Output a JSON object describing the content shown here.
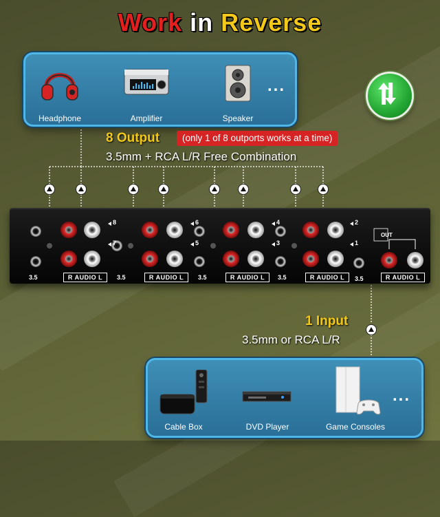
{
  "title": {
    "part1": "Work",
    "part2": " in ",
    "part3": "Reverse"
  },
  "output_devices": [
    {
      "label": "Headphone",
      "icon": "headphone-icon"
    },
    {
      "label": "Amplifier",
      "icon": "amplifier-icon"
    },
    {
      "label": "Speaker",
      "icon": "speaker-icon"
    }
  ],
  "output_ellipsis": "...",
  "output": {
    "title": "8 Output",
    "note": "(only 1 of 8 outports works at a time)",
    "sub": "3.5mm + RCA L/R Free Combination"
  },
  "input": {
    "title": "1 Input",
    "sub": "3.5mm or RCA L/R"
  },
  "switcher": {
    "jack_label": "3.5",
    "raudio_label": "R AUDIO L",
    "port_numbers": [
      "8",
      "7",
      "6",
      "5",
      "4",
      "3",
      "2",
      "1"
    ],
    "out_label": "OUT"
  },
  "input_devices": [
    {
      "label": "Cable Box",
      "icon": "cable-box-icon"
    },
    {
      "label": "DVD Player",
      "icon": "dvd-player-icon"
    },
    {
      "label": "Game Consoles",
      "icon": "game-console-icon"
    }
  ],
  "input_ellipsis": "...",
  "colors": {
    "accent_yellow": "#f2c81a",
    "accent_red": "#e3201f",
    "panel_blue": "#2a6f97",
    "sync_green": "#23a633"
  }
}
